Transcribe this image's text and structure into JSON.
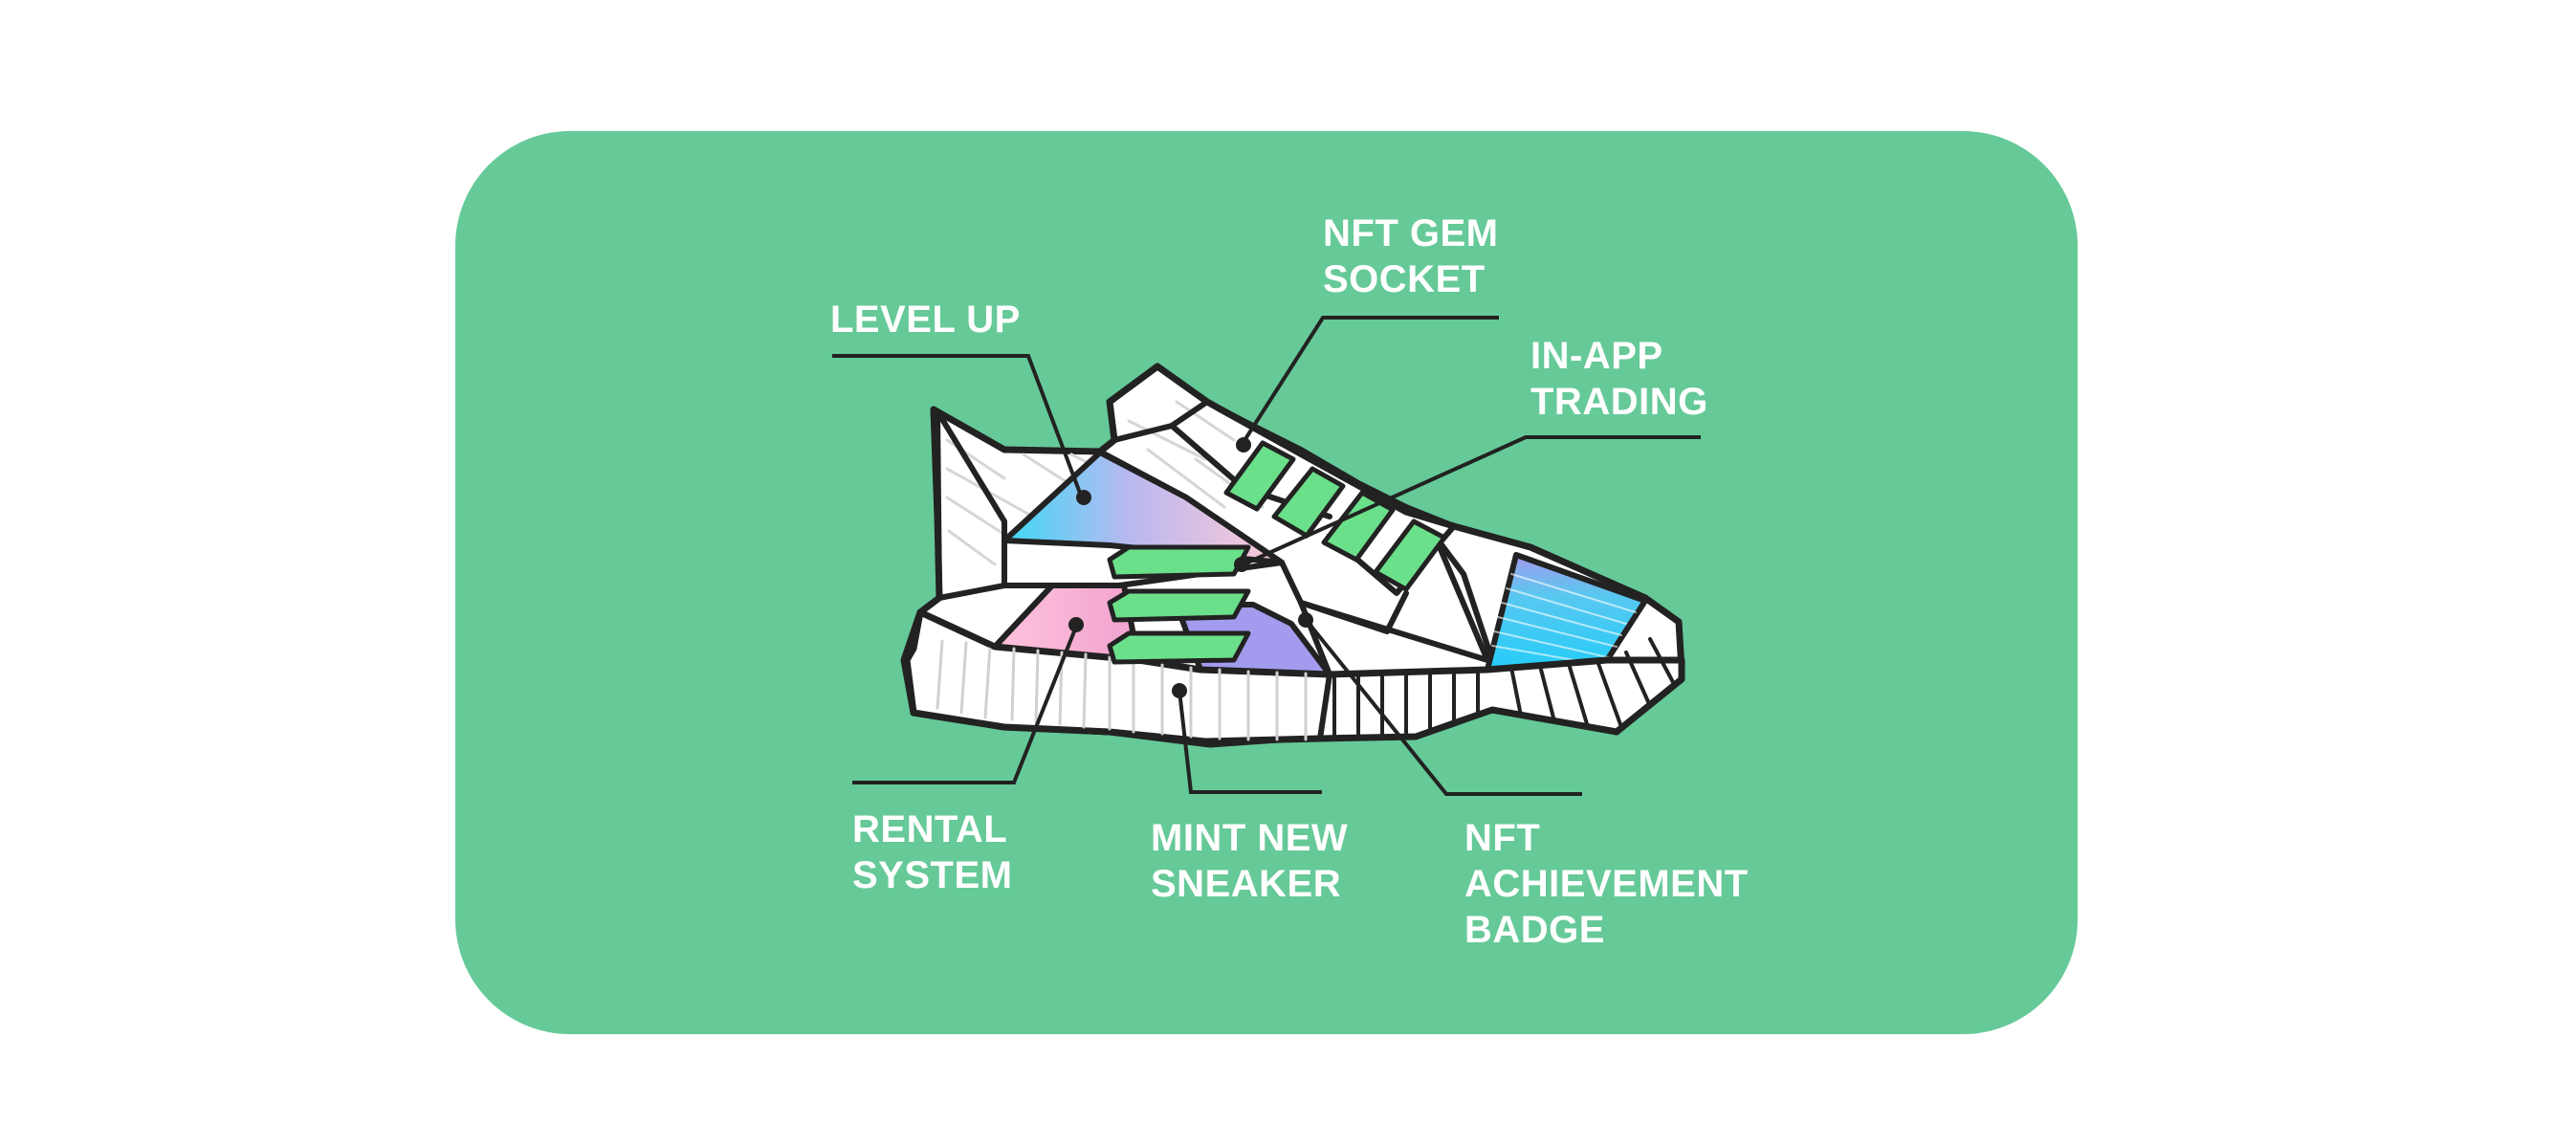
{
  "colors": {
    "card": "#66c998",
    "outline": "#222222",
    "lace": "#6be08a",
    "label": "#ffffff"
  },
  "labels": {
    "level_up": "LEVEL UP",
    "nft_gem_socket": "NFT GEM\nSOCKET",
    "in_app_trading": "IN-APP\nTRADING",
    "rental_system": "RENTAL\nSYSTEM",
    "mint_new_sneaker": "MINT NEW\nSNEAKER",
    "nft_achievement_badge": "NFT\nACHIEVEMENT\nBADGE"
  }
}
